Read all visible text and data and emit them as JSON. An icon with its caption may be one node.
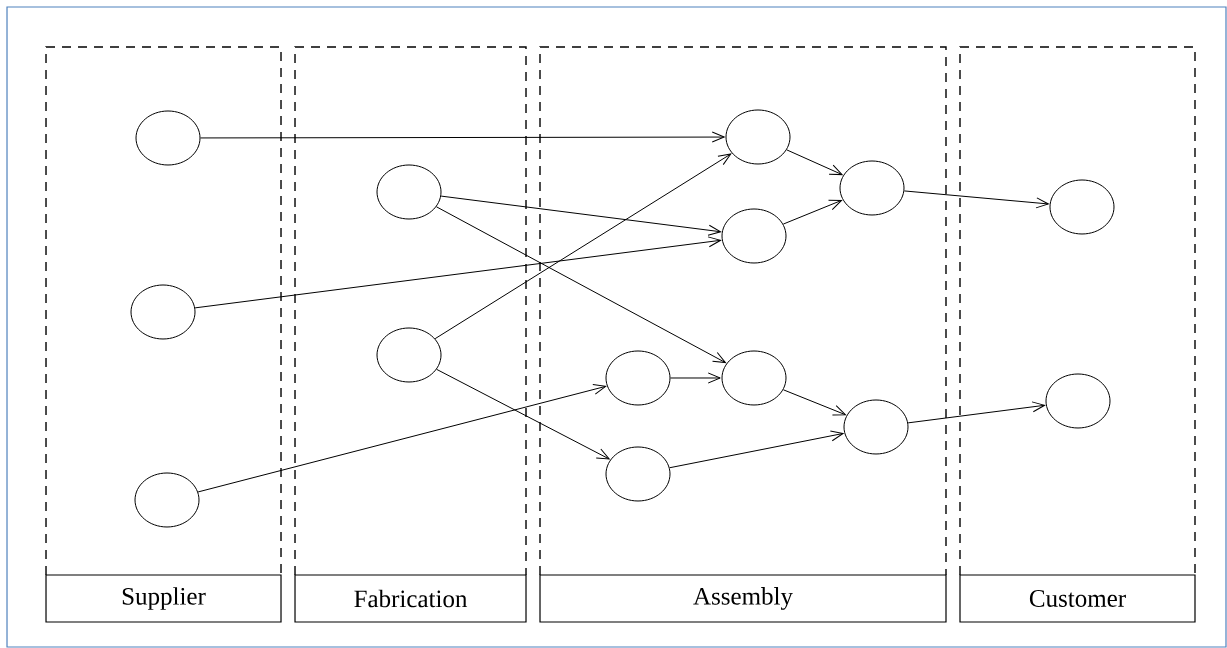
{
  "diagram": {
    "nodes": [
      {
        "text": [
          "Supplier"
        ]
      },
      {
        "text": [
          "Fabrication"
        ]
      },
      {
        "text": [
          "Assembly"
        ]
      },
      {
        "text": [
          "Customer"
        ]
      },
      {
        "text": [],
        "shape": "circle",
        "in": 0
      },
      {
        "text": [],
        "shape": "circle",
        "in": 0
      },
      {
        "text": [],
        "shape": "circle",
        "in": 0
      },
      {
        "text": [],
        "shape": "circle",
        "in": 1
      },
      {
        "text": [],
        "shape": "circle",
        "in": 1
      },
      {
        "text": [],
        "shape": "circle",
        "in": 2
      },
      {
        "text": [],
        "shape": "circle",
        "in": 2
      },
      {
        "text": [],
        "shape": "circle",
        "in": 2
      },
      {
        "text": [],
        "shape": "circle",
        "in": 2
      },
      {
        "text": [],
        "shape": "circle",
        "in": 2
      },
      {
        "text": [],
        "shape": "circle",
        "in": 2
      },
      {
        "text": [],
        "shape": "circle",
        "in": 2
      },
      {
        "text": [],
        "shape": "circle",
        "in": 3
      },
      {
        "text": [],
        "shape": "circle",
        "in": 3
      }
    ],
    "edges": [
      {
        "from": 4,
        "to": 9,
        "arrow": "to"
      },
      {
        "from": 5,
        "to": 10,
        "arrow": "to"
      },
      {
        "from": 6,
        "to": 11,
        "arrow": "to"
      },
      {
        "from": 7,
        "to": 10,
        "arrow": "to"
      },
      {
        "from": 7,
        "to": 12,
        "arrow": "to"
      },
      {
        "from": 8,
        "to": 9,
        "arrow": "to"
      },
      {
        "from": 8,
        "to": 13,
        "arrow": "to"
      },
      {
        "from": 9,
        "to": 14,
        "arrow": "to"
      },
      {
        "from": 10,
        "to": 14,
        "arrow": "to"
      },
      {
        "from": 11,
        "to": 12,
        "arrow": "to"
      },
      {
        "from": 12,
        "to": 15,
        "arrow": "to"
      },
      {
        "from": 13,
        "to": 15,
        "arrow": "to"
      },
      {
        "from": 14,
        "to": 16,
        "arrow": "to"
      },
      {
        "from": 15,
        "to": 17,
        "arrow": "to"
      }
    ]
  }
}
